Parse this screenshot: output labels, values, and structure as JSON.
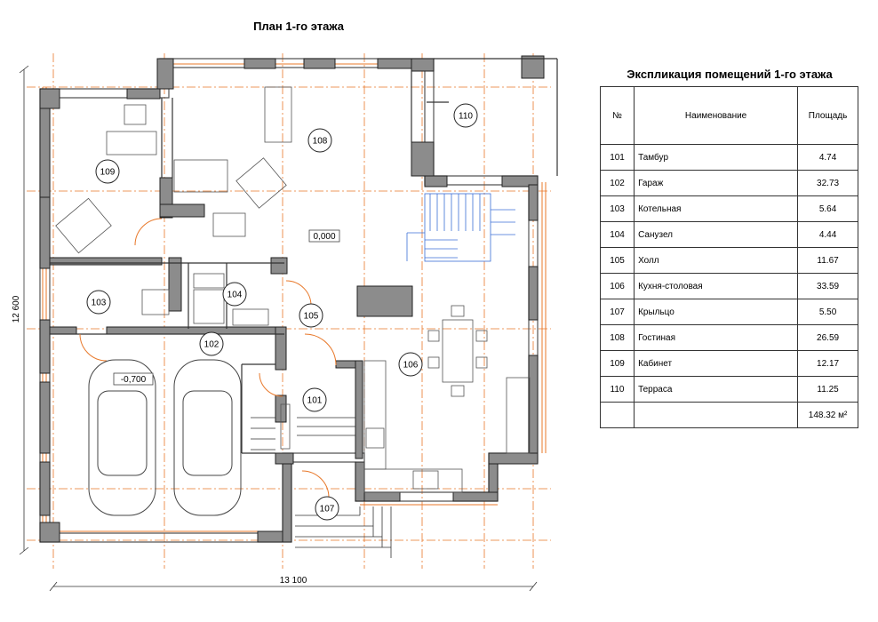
{
  "plan": {
    "title": "План 1-го этажа",
    "dim_width": "13 100",
    "dim_height": "12 600",
    "level_main": "0,000",
    "level_garage": "-0,700",
    "rooms": [
      {
        "id": "101"
      },
      {
        "id": "102"
      },
      {
        "id": "103"
      },
      {
        "id": "104"
      },
      {
        "id": "105"
      },
      {
        "id": "106"
      },
      {
        "id": "107"
      },
      {
        "id": "108"
      },
      {
        "id": "109"
      },
      {
        "id": "110"
      }
    ]
  },
  "explication": {
    "title": "Экспликация помещений 1-го этажа",
    "headers": {
      "num": "№",
      "name": "Наименование",
      "area": "Площадь"
    },
    "rows": [
      {
        "num": "101",
        "name": "Тамбур",
        "area": "4.74"
      },
      {
        "num": "102",
        "name": "Гараж",
        "area": "32.73"
      },
      {
        "num": "103",
        "name": "Котельная",
        "area": "5.64"
      },
      {
        "num": "104",
        "name": "Санузел",
        "area": "4.44"
      },
      {
        "num": "105",
        "name": "Холл",
        "area": "11.67"
      },
      {
        "num": "106",
        "name": "Кухня-столовая",
        "area": "33.59"
      },
      {
        "num": "107",
        "name": "Крыльцо",
        "area": "5.50"
      },
      {
        "num": "108",
        "name": "Гостиная",
        "area": "26.59"
      },
      {
        "num": "109",
        "name": "Кабинет",
        "area": "12.17"
      },
      {
        "num": "110",
        "name": "Терраса",
        "area": "11.25"
      }
    ],
    "total": "148.32 м²"
  },
  "colors": {
    "wall": "#8c8c8c",
    "wall_outline": "#222222",
    "axis": "#e8782a",
    "window": "#e8782a",
    "stair": "#3b6fd6",
    "line": "#555555"
  }
}
